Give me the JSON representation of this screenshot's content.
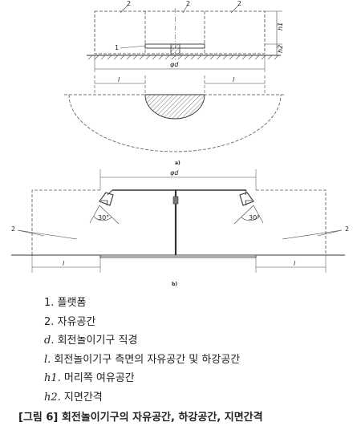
{
  "figure_a": {
    "callouts": [
      "2",
      "2",
      "2",
      "1"
    ],
    "dims": {
      "h1": "h1",
      "h2": "h2",
      "d": "φd",
      "l_left": "l",
      "l_right": "l"
    },
    "caption": "a)"
  },
  "figure_b": {
    "dims": {
      "d": "φd",
      "angle_left": "30°",
      "angle_right": "30°",
      "l_left": "l",
      "l_right": "l"
    },
    "callouts": [
      "2",
      "2"
    ],
    "caption": "b)"
  },
  "legend": [
    {
      "sym": "",
      "text": "1. 플랫폼"
    },
    {
      "sym": "",
      "text": "2. 자유공간"
    },
    {
      "sym": "d.",
      "text": " 회전놀이기구 직경"
    },
    {
      "sym": "l.",
      "text": " 회전놀이기구 측면의 자유공간 및 하강공간"
    },
    {
      "sym": "h1.",
      "text": " 머리쪽 여유공간"
    },
    {
      "sym": "h2.",
      "text": " 지면간격"
    }
  ],
  "caption": "[그림 6] 회전놀이기구의 자유공간, 하강공간, 지면간격"
}
